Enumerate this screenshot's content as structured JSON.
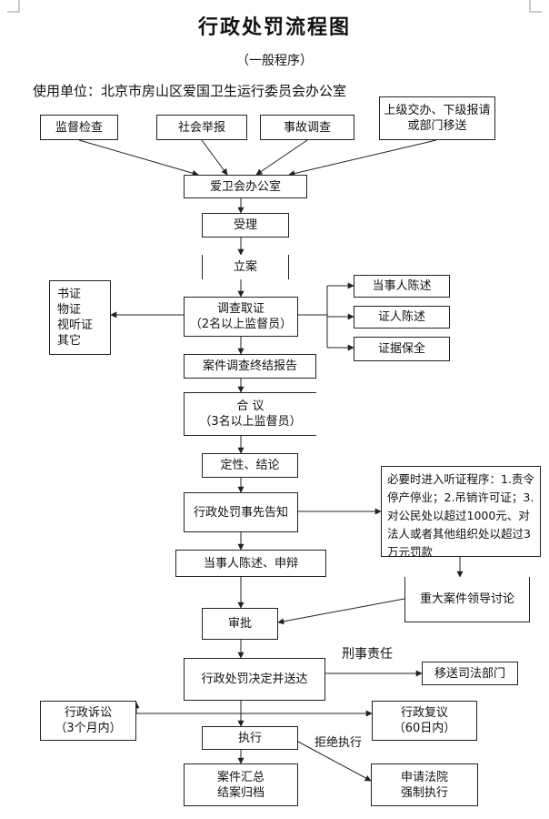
{
  "doc": {
    "title": "行政处罚流程图",
    "subtitle": "（一般程序）",
    "unit_label": "使用单位：北京市房山区爱国卫生运行委员会办公室"
  },
  "nodes": {
    "supervision": "监督检查",
    "report": "社会举报",
    "accident": "事故调查",
    "referral": "上级交办、下级报请或部门移送",
    "office": "爱卫会办公室",
    "accept": "受理",
    "filing": "立案",
    "investigate_1": "调查取证",
    "investigate_2": "（2名以上监督员）",
    "evidence_list": [
      "书证",
      "物证",
      "视听证",
      "其它"
    ],
    "party_statement": "当事人陈述",
    "witness_statement": "证人陈述",
    "evidence_keep": "证据保全",
    "final_report": "案件调查终结报告",
    "discussion_1": "合  议",
    "discussion_2": "（3名以上监督员）",
    "decision_nature": "定性、结论",
    "prior_notice": "行政处罚事先告知",
    "hearing_notes": "必要时进入听证程序：1.责令停产停业；2.吊销许可证；3.对公民处以超过1000元、对法人或者其他组织处以超过3万元罚款",
    "party_defense": "当事人陈述、申辩",
    "major_case": "重大案件领导讨论",
    "review": "审批",
    "penalty_decision": "行政处罚决定并送达",
    "judicial_transfer": "移送司法部门",
    "admin_lawsuit_1": "行政诉讼",
    "admin_lawsuit_2": "（3个月内）",
    "admin_review_1": "行政复议",
    "admin_review_2": "（60日内）",
    "execution": "执行",
    "archive_1": "案件汇总",
    "archive_2": "结案归档",
    "court_1": "申请法院",
    "court_2": "强制执行"
  },
  "edge_labels": {
    "criminal": "刑事责任",
    "refuse": "拒绝执行"
  },
  "style": {
    "line_color": "#222222",
    "mark_color": "#666666"
  }
}
